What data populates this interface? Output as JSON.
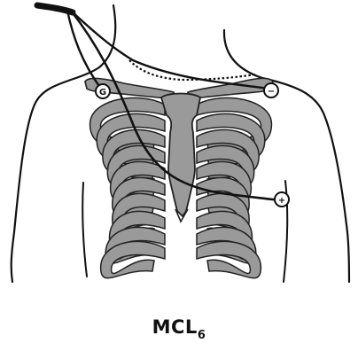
{
  "caption": {
    "lead": "MCL",
    "subscript": "6"
  },
  "electrodes": [
    {
      "id": "ground",
      "symbol": "G"
    },
    {
      "id": "negative",
      "symbol": "−"
    },
    {
      "id": "positive",
      "symbol": "+"
    }
  ],
  "colors": {
    "outline": "#111111",
    "bone": "#9a9a9a",
    "bone_edge": "#222222",
    "background": "#ffffff"
  }
}
